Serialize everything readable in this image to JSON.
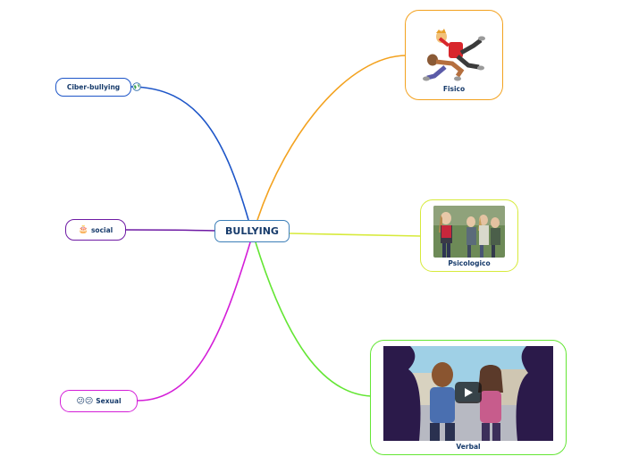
{
  "map": {
    "center": {
      "label": "BULLYING"
    },
    "branches": [
      {
        "label": "Ciber-bullying",
        "color": "#1e56c8",
        "icon": "globe-icon"
      },
      {
        "label": "social",
        "color": "#6e1aa4",
        "icon": "cake-icon",
        "emoji": "🎂"
      },
      {
        "label": "Sexual",
        "color": "#d41ed8",
        "icon": "confused-face-icon",
        "emoji": "😕😕"
      },
      {
        "label": "Fisico",
        "color": "#f3a21f",
        "icon": "fight-cartoon-image"
      },
      {
        "label": "Psicologico",
        "color": "#d7ea3b",
        "icon": "girls-photo-image"
      },
      {
        "label": "Verbal",
        "color": "#64e634",
        "icon": "video-thumbnail-image"
      }
    ]
  }
}
